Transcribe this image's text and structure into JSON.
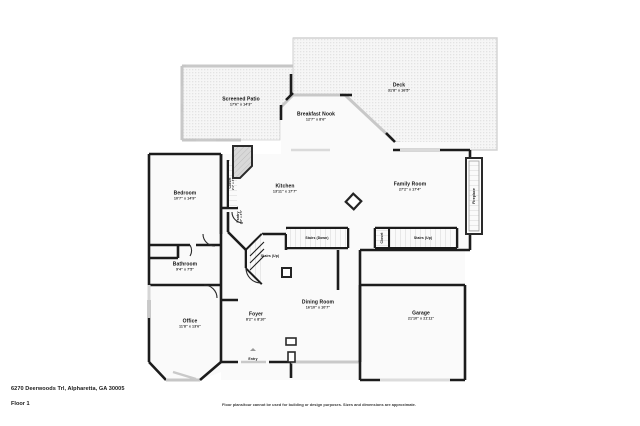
{
  "document": {
    "address": "6270 Deerwoods Trl, Alpharetta, GA 30005",
    "floor_label": "Floor 1",
    "disclaimer": "Floor plans/tour cannot be used for building or design purposes. Sizes and dimensions are approximate."
  },
  "plan": {
    "background_color": "#ffffff",
    "wall_color": "#1c1c1c",
    "room_fill": "#f8f8f8",
    "deck_fill": "#f2f2f2",
    "rooms": [
      {
        "id": "deck",
        "name": "Deck",
        "dim": "31'8\" x 16'5\""
      },
      {
        "id": "screened-patio",
        "name": "Screened Patio",
        "dim": "17'6\" x 14'3\""
      },
      {
        "id": "breakfast-nook",
        "name": "Breakfast Nook",
        "dim": "12'7\" x 8'6\""
      },
      {
        "id": "kitchen",
        "name": "Kitchen",
        "dim": "13'11\" x 17'7\""
      },
      {
        "id": "family-room",
        "name": "Family Room",
        "dim": "27'2\" x 17'4\""
      },
      {
        "id": "bedroom",
        "name": "Bedroom",
        "dim": "10'7\" x 14'9\""
      },
      {
        "id": "bathroom",
        "name": "Bathroom",
        "dim": "9'4\" x 7'5\""
      },
      {
        "id": "office",
        "name": "Office",
        "dim": "11'8\" x 13'6\""
      },
      {
        "id": "foyer",
        "name": "Foyer",
        "dim": "8'2\" x 8'10\""
      },
      {
        "id": "dining-room",
        "name": "Dining Room",
        "dim": "16'10\" x 10'7\""
      },
      {
        "id": "garage",
        "name": "Garage",
        "dim": "21'10\" x 21'11\""
      }
    ],
    "features": [
      {
        "id": "closet-bedroom",
        "name": "Closet",
        "dim": "2'1\" x 4'2\""
      },
      {
        "id": "pantry",
        "name": "Pantry",
        "dim": "4'8\" x 4'5\""
      },
      {
        "id": "closet-family",
        "name": "Closet",
        "dim": ""
      },
      {
        "id": "stairs-up-left",
        "name": "Stairs (Up)",
        "dim": ""
      },
      {
        "id": "stairs-down",
        "name": "Stairs (Down)",
        "dim": ""
      },
      {
        "id": "stairs-up-right",
        "name": "Stairs (Up)",
        "dim": ""
      },
      {
        "id": "fireplace",
        "name": "Fireplace",
        "dim": ""
      },
      {
        "id": "entry",
        "name": "Entry",
        "dim": ""
      }
    ]
  }
}
